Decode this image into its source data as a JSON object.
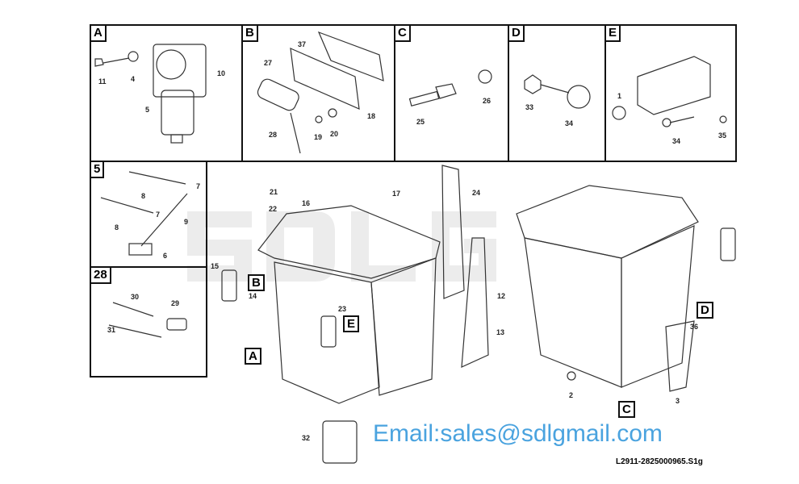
{
  "background_logo": "SDLG",
  "watermark": "Email:sales@sdlgmail.com",
  "caption": "L2911-2825000965.S1g",
  "panels": [
    {
      "label": "A",
      "parts": [
        "11",
        "4",
        "10",
        "5"
      ]
    },
    {
      "label": "B",
      "parts": [
        "37",
        "27",
        "28",
        "19",
        "20",
        "18"
      ]
    },
    {
      "label": "C",
      "parts": [
        "25",
        "26"
      ]
    },
    {
      "label": "D",
      "parts": [
        "33",
        "34"
      ]
    },
    {
      "label": "E",
      "parts": [
        "1",
        "34",
        "35"
      ]
    },
    {
      "label": "5",
      "parts": [
        "7",
        "8",
        "7",
        "9",
        "8",
        "6"
      ]
    },
    {
      "label": "28",
      "parts": [
        "30",
        "29",
        "31"
      ]
    }
  ],
  "main": {
    "parts": [
      "21",
      "22",
      "16",
      "17",
      "24",
      "15",
      "14",
      "23",
      "12",
      "13",
      "32",
      "2",
      "36",
      "3"
    ],
    "detail_refs": [
      "B",
      "E",
      "A",
      "C",
      "D"
    ]
  }
}
